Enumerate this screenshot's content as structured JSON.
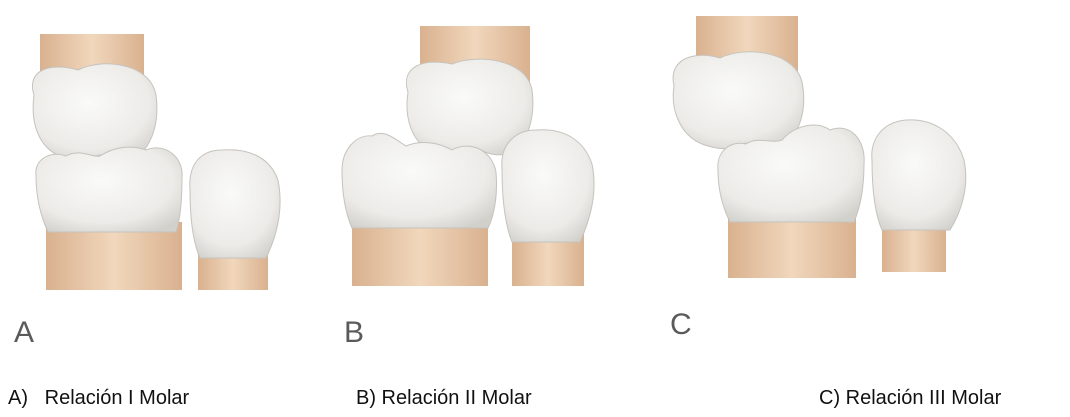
{
  "colors": {
    "enamel": "#eeeeec",
    "enamel_shadow": "#d6d6d2",
    "root": "#e8c9a8",
    "root_shadow": "#d6a985",
    "outline": "#b9b6b0",
    "letter": "#5a5a5a",
    "caption": "#111111"
  },
  "panels": [
    {
      "letter": "A",
      "caption": "A)   Relación I Molar"
    },
    {
      "letter": "B",
      "caption": "B) Relación II Molar"
    },
    {
      "letter": "C",
      "caption": "C) Relación III Molar"
    }
  ]
}
